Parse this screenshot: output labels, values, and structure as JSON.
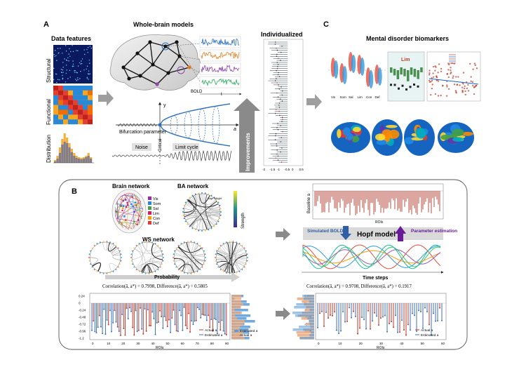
{
  "panel_a": {
    "letter": "A",
    "data_features": "Data features",
    "structural": "Structural",
    "functional": "Functional",
    "distribution": "Distribution",
    "whole_brain_models": "Whole-brain models",
    "bold": "BOLD",
    "t_axis": "t",
    "y_axis": "y",
    "a_axis": "a",
    "bifurcation_parameter": "Bifurcation parameter",
    "noise": "Noise",
    "critical": "Critical",
    "limit_cycle": "Limit cycle",
    "individualized": "Individualized",
    "improvements": "Improvements",
    "ticks": [
      "-2",
      "-1.5",
      "-1",
      "-0.5",
      "0",
      "0.5"
    ]
  },
  "panel_c": {
    "letter": "C",
    "title": "Mental disorder biomarkers",
    "lim": "Lim",
    "networks": [
      "Vis",
      "Som",
      "Sal",
      "Lim",
      "Con",
      "Def"
    ]
  },
  "panel_b": {
    "letter": "B",
    "brain_network": "Brain network",
    "ba_network": "BA network",
    "ws_network": "WS network",
    "probability": "Probability",
    "strength": "Strength",
    "edge_weight": "Edge Weight",
    "legend_networks": [
      "Vis",
      "Som",
      "Sal",
      "Lim",
      "Con",
      "Def"
    ],
    "simulated_bold": "Simulated BOLD",
    "hopf_model": "Hopf model",
    "parameter_estimation": "Parameter estimation",
    "time_steps": "Time steps",
    "baseline": "Baseline a",
    "rois": "ROIs",
    "corr_left": "Correlation(â, a*) = 0.7998, Difference(â, a*) = 0.5805",
    "corr_right": "Correlation(â, a*) = 0.9708, Difference(â, a*) = 0.1917",
    "left_legend": [
      "Actual a",
      "Estimated a"
    ],
    "hist_legend": [
      "Estimated a",
      "Actual a"
    ],
    "right_legend": [
      "Actual a",
      "Estimated a"
    ],
    "yticks": [
      "0.24",
      "0",
      "-0.24",
      "-0.48",
      "-0.72",
      "-0.96",
      "-1.2"
    ],
    "xticks": [
      "0",
      "10",
      "20",
      "30",
      "40",
      "50",
      "60",
      "70",
      "80",
      "90"
    ],
    "xticks_right": [
      "0",
      "10",
      "20",
      "30",
      "40",
      "50",
      "60"
    ]
  },
  "colors": {
    "red": "#c0392b",
    "blue": "#3d6fb4",
    "steel": "#5b9bd5",
    "orange": "#e8a87c",
    "gray_box": "#8a8a8a",
    "purple": "#6a1b9a"
  }
}
